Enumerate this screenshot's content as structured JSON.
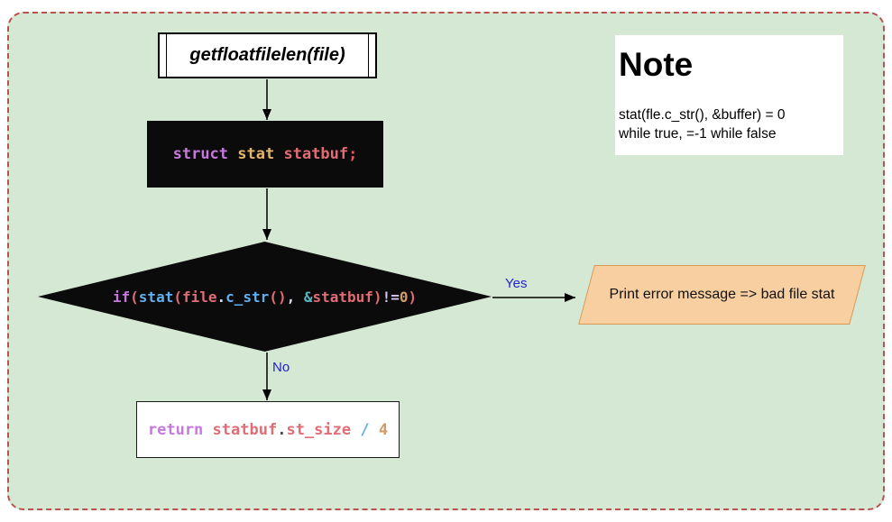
{
  "palette": {
    "board_fill": "#d5e8d4",
    "border_dash": "#b85450",
    "shape_dark": "#0b0b0b",
    "shape_white": "#ffffff",
    "orange_fill": "#f8cfa0",
    "orange_stroke": "#d79b56",
    "label_blue": "#2222cc",
    "syntax_purple": "#c678dd",
    "syntax_yellow": "#e5b567",
    "syntax_red": "#e06c75",
    "syntax_blue": "#61afef",
    "syntax_cyan": "#56b6c2",
    "syntax_orange": "#d19a66"
  },
  "note": {
    "title": "Note",
    "line1": "stat(fle.c_str(), &buffer) = 0",
    "line2": "while true, =-1 while false"
  },
  "flowchart": {
    "start": {
      "label": "getfloatfilelen(file)"
    },
    "declare": {
      "tokens": [
        {
          "t": "struct",
          "c": "#c678dd"
        },
        {
          "t": " "
        },
        {
          "t": "stat",
          "c": "#e5b567"
        },
        {
          "t": " "
        },
        {
          "t": "statbuf",
          "c": "#e06c75"
        },
        {
          "t": ";",
          "c": "#e8575f"
        }
      ]
    },
    "condition": {
      "tokens": [
        {
          "t": "if",
          "c": "#c678dd"
        },
        {
          "t": "(",
          "c": "#e06c75"
        },
        {
          "t": "stat",
          "c": "#61afef"
        },
        {
          "t": "(",
          "c": "#e06c75"
        },
        {
          "t": "file",
          "c": "#e06c75"
        },
        {
          "t": ".",
          "c": "#d8dee9"
        },
        {
          "t": "c_str",
          "c": "#61afef"
        },
        {
          "t": "()",
          "c": "#e06c75"
        },
        {
          "t": ", ",
          "c": "#d8dee9"
        },
        {
          "t": "&",
          "c": "#56b6c2"
        },
        {
          "t": "statbuf",
          "c": "#e06c75"
        },
        {
          "t": ")",
          "c": "#e06c75"
        },
        {
          "t": "!=",
          "c": "#d5c5ef"
        },
        {
          "t": "0",
          "c": "#d19a66"
        },
        {
          "t": ")",
          "c": "#e06c75"
        }
      ]
    },
    "error": {
      "label": "Print error message => bad file stat"
    },
    "return_stmt": {
      "tokens": [
        {
          "t": "return",
          "c": "#c678dd"
        },
        {
          "t": " "
        },
        {
          "t": "statbuf",
          "c": "#e06c75"
        },
        {
          "t": ".",
          "c": "#4a4a55"
        },
        {
          "t": "st_size",
          "c": "#e06c75"
        },
        {
          "t": " "
        },
        {
          "t": "/",
          "c": "#61afef"
        },
        {
          "t": " "
        },
        {
          "t": "4",
          "c": "#d19a66"
        }
      ]
    },
    "labels": {
      "yes": "Yes",
      "no": "No"
    }
  }
}
